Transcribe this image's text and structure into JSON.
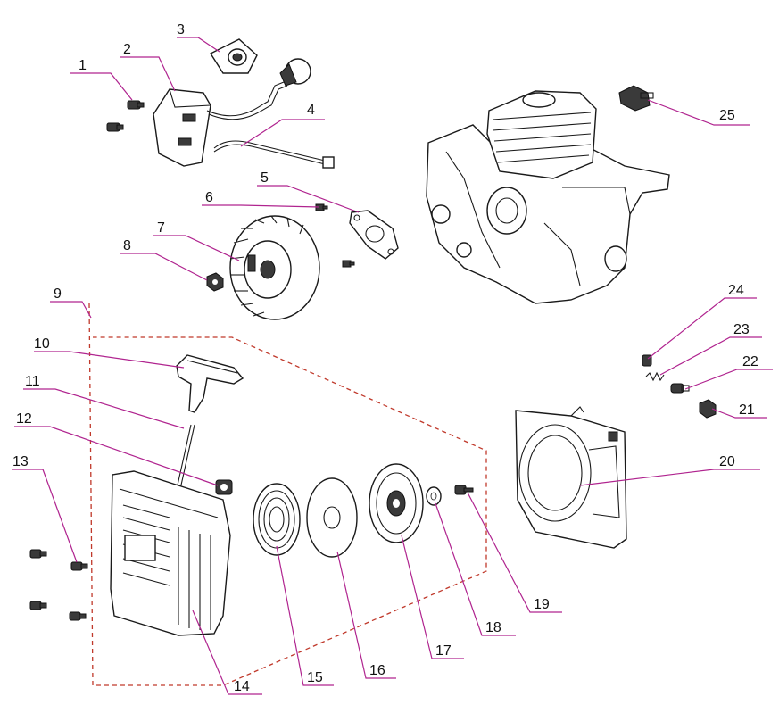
{
  "colors": {
    "leader": "#b0248f",
    "boundary": "#c0392b",
    "outline": "#1a1a1a"
  },
  "callouts": [
    {
      "num": "1",
      "part": "screw"
    },
    {
      "num": "2",
      "part": "ignition-module"
    },
    {
      "num": "3",
      "part": "spark-plug-boot"
    },
    {
      "num": "4",
      "part": "wire-lead"
    },
    {
      "num": "5",
      "part": "intake-gasket"
    },
    {
      "num": "6",
      "part": "small-screw"
    },
    {
      "num": "7",
      "part": "flywheel"
    },
    {
      "num": "8",
      "part": "flywheel-nut"
    },
    {
      "num": "9",
      "part": "starter-assembly"
    },
    {
      "num": "10",
      "part": "starter-handle"
    },
    {
      "num": "11",
      "part": "starter-rope"
    },
    {
      "num": "12",
      "part": "rope-guide"
    },
    {
      "num": "13",
      "part": "cover-screws"
    },
    {
      "num": "14",
      "part": "starter-housing"
    },
    {
      "num": "15",
      "part": "recoil-spring"
    },
    {
      "num": "16",
      "part": "spring-cover"
    },
    {
      "num": "17",
      "part": "rope-pulley"
    },
    {
      "num": "18",
      "part": "washer"
    },
    {
      "num": "19",
      "part": "pulley-screw"
    },
    {
      "num": "20",
      "part": "fan-housing"
    },
    {
      "num": "21",
      "part": "nut"
    },
    {
      "num": "22",
      "part": "bushing"
    },
    {
      "num": "23",
      "part": "spring"
    },
    {
      "num": "24",
      "part": "bolt"
    },
    {
      "num": "25",
      "part": "decompression-valve"
    }
  ]
}
